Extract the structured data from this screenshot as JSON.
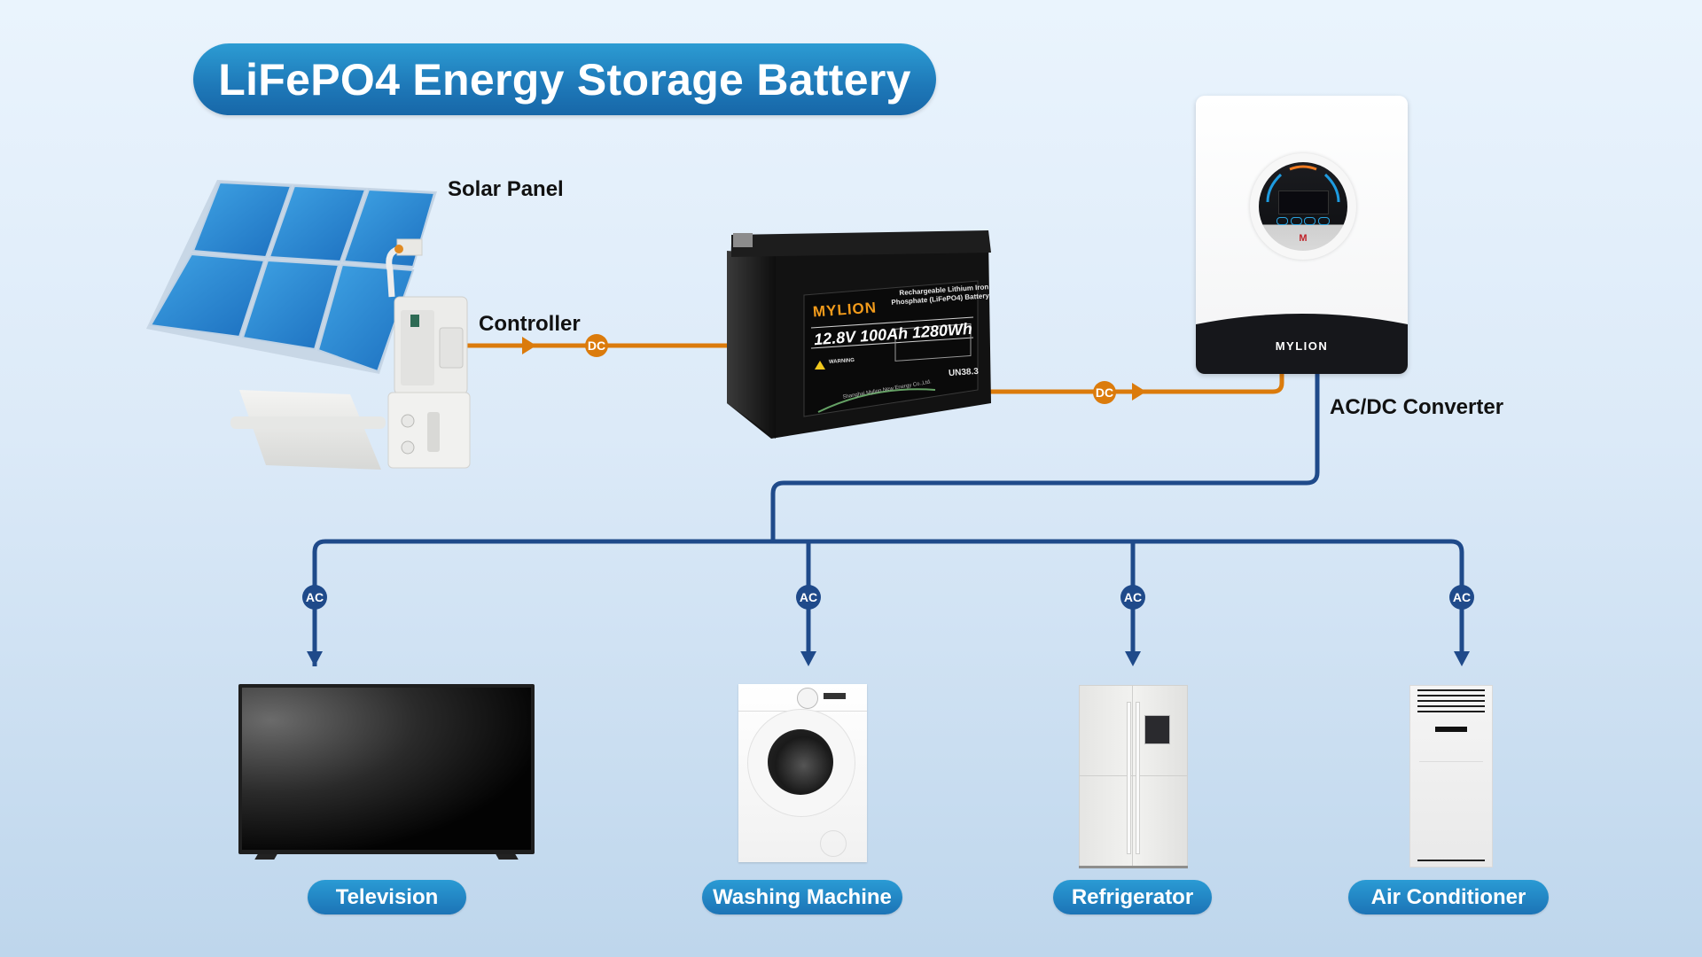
{
  "title": "LiFePO4 Energy Storage Battery",
  "components": {
    "solar_panel": {
      "label": "Solar Panel"
    },
    "controller": {
      "label": "Controller"
    },
    "battery": {
      "brand": "MYLION",
      "description_line1": "Rechargeable Lithium Iron",
      "description_line2": "Phosphate (LiFePO4) Battery",
      "spec": "12.8V 100Ah 1280Wh",
      "warning_title": "WARNING",
      "certification": "UN38.3",
      "manufacturer": "Shanghai Mylion New Energy Co.,Ltd."
    },
    "converter": {
      "label": "AC/DC Converter",
      "brand": "MYLION",
      "logo": "M"
    }
  },
  "connections": {
    "dc_badge": "DC",
    "ac_badge": "AC"
  },
  "appliances": [
    {
      "label": "Television"
    },
    {
      "label": "Washing Machine"
    },
    {
      "label": "Refrigerator"
    },
    {
      "label": "Air Conditioner"
    }
  ],
  "colors": {
    "dc_line": "#DB7B0C",
    "ac_line": "#1F4A8A",
    "pill": "#1E78B8"
  }
}
